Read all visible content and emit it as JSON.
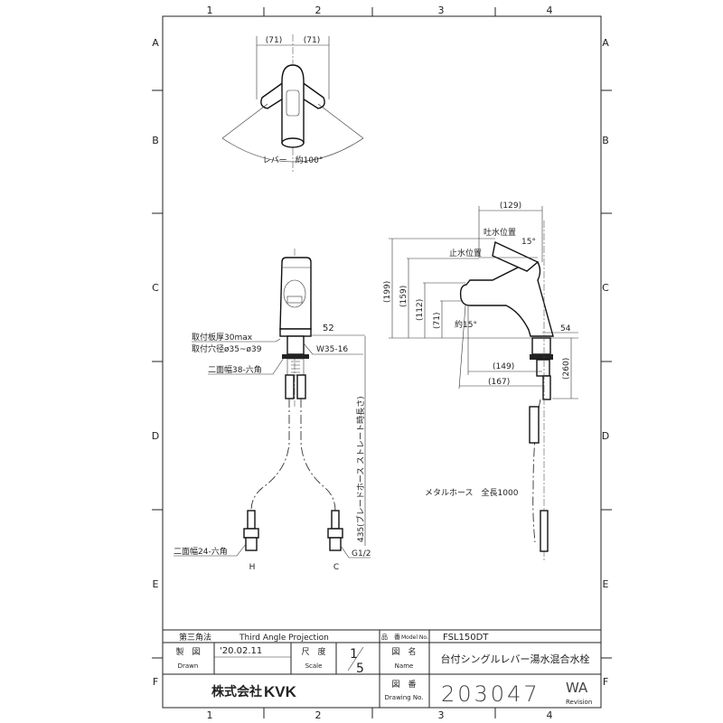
{
  "grid": {
    "columns": [
      "1",
      "2",
      "3",
      "4"
    ],
    "rows": [
      "A",
      "B",
      "C",
      "D",
      "E",
      "F"
    ]
  },
  "top_view": {
    "dim_left": "(71)",
    "dim_right": "(71)",
    "lever_angle": "レバー　約100°"
  },
  "front_view": {
    "dim_width": "52",
    "plate_thickness": "取付板厚30max",
    "hole_diameter": "取付穴径ø35~ø39",
    "thread": "W35-16",
    "hex_38": "二面幅38-六角",
    "hose_length": "435(ブレードホース ストレート時長さ)",
    "hex_24": "二面幅24-六角",
    "connection": "G1/2",
    "hot_label": "H",
    "cold_label": "C"
  },
  "side_view": {
    "dim_129": "(129)",
    "spout_position": "吐水位置",
    "stop_position": "止水位置",
    "lever_tilt": "15°",
    "dim_199": "(199)",
    "dim_159": "(159)",
    "dim_112": "(112)",
    "dim_71": "(71)",
    "spout_angle": "約15°",
    "dim_54": "54",
    "dim_149": "(149)",
    "dim_167": "(167)",
    "dim_260": "(260)",
    "metal_hose": "メタルホース　全長1000"
  },
  "title_block": {
    "projection_jp": "第三角法",
    "projection_en": "Third Angle Projection",
    "model_label_jp": "品　番",
    "model_label_en": "Model No.",
    "model_value": "FSL150DT",
    "drawn_label_jp": "製　図",
    "drawn_label_en": "Drawn",
    "drawn_date": "'20.02.11",
    "scale_label_jp": "尺　度",
    "scale_label_en": "Scale",
    "scale_num": "1",
    "scale_den": "5",
    "name_label_jp": "図　名",
    "name_label_en": "Name",
    "name_value": "台付シングルレバー湯水混合水栓",
    "company": "株式会社",
    "company_logo": "KVK",
    "drawing_label_jp": "図　番",
    "drawing_label_en": "Drawing No.",
    "drawing_number": "203047",
    "revision_value": "WA",
    "revision_label": "Revision"
  }
}
